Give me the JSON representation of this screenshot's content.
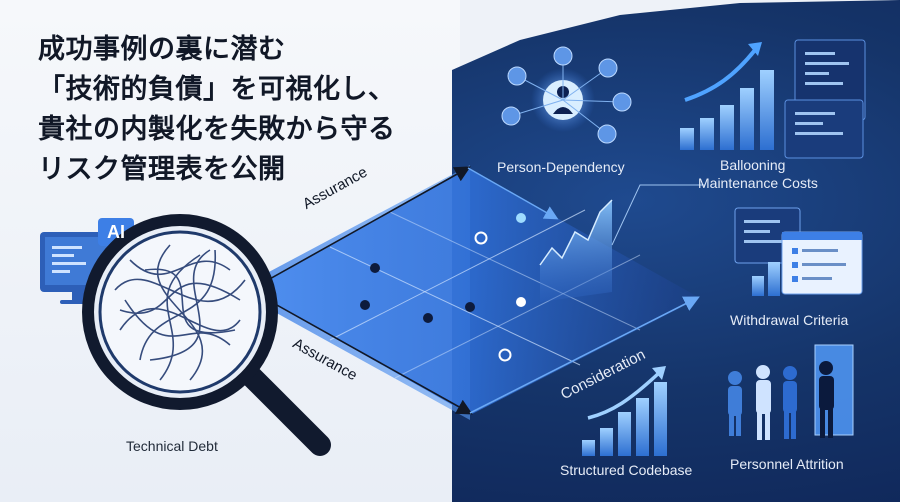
{
  "headline": {
    "line1": "成功事例の裏に潜む",
    "line2": "「技術的負債」を可視化し、",
    "line3": "貴社の内製化を失敗から守る",
    "line4": "リスク管理表を公開"
  },
  "ai_badge": "AI",
  "labels": {
    "technical_debt": "Technical Debt",
    "assurance_top": "Assurance",
    "assurance_bottom": "Assurance",
    "consideration": "Consideration",
    "person_dependency": "Person-Dependency",
    "ballooning": "Ballooning",
    "maintenance_costs": "Maintenance Costs",
    "withdrawal_criteria": "Withdrawal Criteria",
    "structured_codebase": "Structured Codebase",
    "personnel_attrition": "Personnel Attrition"
  },
  "colors": {
    "navy": "#0d2152",
    "accent_blue": "#3b82f6",
    "light_blue": "#93c5fd",
    "text_dark": "#111827"
  }
}
